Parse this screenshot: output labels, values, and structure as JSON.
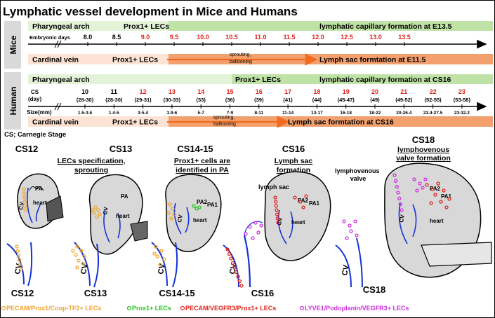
{
  "title": "Lymphatic vessel development in Mice and Humans",
  "colors": {
    "timeline_green": "#bfe3a6",
    "timeline_green_light": "#e3f3d8",
    "timeline_orange": "#f2a06d",
    "timeline_orange_light": "#fde3d3",
    "arrow_orange": "#f26a1e",
    "red_text": "#e0231d",
    "side_label_bg": "#d9d9d9",
    "embryo_fill": "#d8d8d8",
    "vessel_blue": "#1533d6",
    "orange_cell": "#f2a52b",
    "green_cell": "#27c41e",
    "red_cell": "#e0231d",
    "magenta_cell": "#d02fe0"
  },
  "mice": {
    "side_label": "Mice",
    "top_bar": {
      "arch": "Pharyngeal arch",
      "prox": "Prox1+ LECs",
      "capillary": "lymphatic capillary formation at E13.5"
    },
    "days_label": "Embryonic days",
    "days": [
      "8.0",
      "8.5",
      "9.0",
      "9.5",
      "10.0",
      "10.5",
      "11.0",
      "11.5",
      "12.0",
      "12.5",
      "13.0",
      "13.5"
    ],
    "bottom_bar": {
      "cardinal": "Cardinal vein",
      "prox": "Prox1+ LECs",
      "sprouting": "sprouting,\nballooning",
      "sac": "Lymph sac formtation at E11.5"
    }
  },
  "human": {
    "side_label": "Human",
    "top_bar": {
      "arch": "Pharyngeal arch",
      "prox": "Prox1+ LECs",
      "capillary": "lymphatic capillary formation at CS16"
    },
    "cs_label": "CS",
    "day_label": "(day)",
    "size_label": "Size(mm)",
    "stages": [
      {
        "cs": "10",
        "day": "(28-30)",
        "size": "1.5-3.6"
      },
      {
        "cs": "11",
        "day": "(28-30)",
        "size": "1.4-5"
      },
      {
        "cs": "12",
        "day": "(29-31)",
        "size": "3-5.4"
      },
      {
        "cs": "13",
        "day": "(30-33)",
        "size": "3.9-6"
      },
      {
        "cs": "14",
        "day": "(33)",
        "size": "5-7"
      },
      {
        "cs": "15",
        "day": "(36)",
        "size": "7-9"
      },
      {
        "cs": "16",
        "day": "(39)",
        "size": "8-11"
      },
      {
        "cs": "17",
        "day": "(41)",
        "size": "11-14"
      },
      {
        "cs": "18",
        "day": "(44)",
        "size": "13-17"
      },
      {
        "cs": "19",
        "day": "(45-47)",
        "size": "16-18"
      },
      {
        "cs": "20",
        "day": "(49)",
        "size": "18-22"
      },
      {
        "cs": "21",
        "day": "(49-52)",
        "size": "20-26.4"
      },
      {
        "cs": "22",
        "day": "(52-55)",
        "size": "23.4-27.5"
      },
      {
        "cs": "23",
        "day": "(53-58)",
        "size": "23-32.2"
      }
    ],
    "bottom_bar": {
      "cardinal": "Cardinal vein",
      "prox": "Prox1+ LECs",
      "sprouting": "sprouting,\nballooning",
      "sac": "Lymph sac formtation at CS16"
    }
  },
  "cs_note": "CS; Carnegie Stage",
  "panels": [
    {
      "stage": "CS12",
      "caption": "LECs specification,\nsprouting",
      "bottom": "CS12"
    },
    {
      "stage": "CS13",
      "caption": "",
      "bottom": "CS13"
    },
    {
      "stage": "CS14-15",
      "caption": "Prox1+ cells are\nidentified in PA",
      "bottom": "CS14-15"
    },
    {
      "stage": "CS16",
      "caption": "Lymph sac\nformation",
      "bottom": "CS16"
    },
    {
      "stage": "CS18",
      "caption": "lymphovenous\nvalve formation",
      "bottom": "CS18"
    }
  ],
  "embryo_labels": {
    "pa": "PA",
    "pa1": "PA1",
    "pa2": "PA2",
    "heart": "heart",
    "cv": "CV",
    "lymph_sac": "lymph sac",
    "lymphovenous_valve": "lymphovenous\nvalve"
  },
  "legend": [
    {
      "label": "PECAM/Prox1/Coup-TF2+ LECs",
      "color": "#f2a52b"
    },
    {
      "label": "Prox1+ LECs",
      "color": "#27c41e"
    },
    {
      "label": "PECAM/VEGFR3/Prox1+ LECs",
      "color": "#e0231d"
    },
    {
      "label": "LYVE1/Podoplanin/VEGFR3+ LECs",
      "color": "#d02fe0"
    }
  ]
}
